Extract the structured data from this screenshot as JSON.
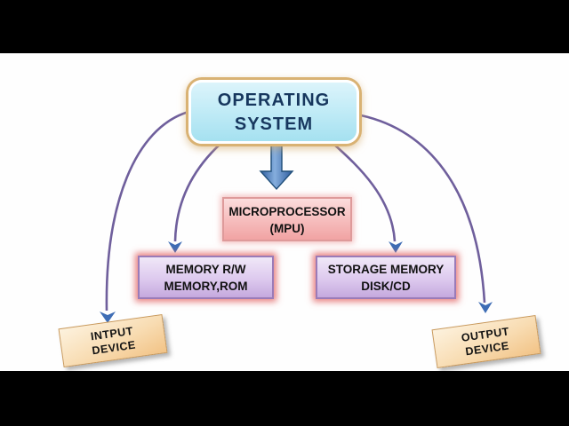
{
  "frame": {
    "letterbox_color": "#000000",
    "canvas_color": "#fefefe"
  },
  "nodes": {
    "operating_system": {
      "line1": "OPERATING",
      "line2": "SYSTEM"
    },
    "microprocessor": {
      "line1": "MICROPROCESSOR",
      "line2": "(MPU)"
    },
    "memory": {
      "line1": "MEMORY R/W",
      "line2": "MEMORY,ROM"
    },
    "storage": {
      "line1": "STORAGE MEMORY",
      "line2": "DISK/CD"
    },
    "input_device": {
      "line1": "INTPUT",
      "line2": "DEVICE"
    },
    "output_device": {
      "line1": "OUTPUT",
      "line2": "DEVICE"
    }
  },
  "colors": {
    "connector_line": "#6f5f9c",
    "arrowhead": "#3e6db5",
    "big_arrow_dark": "#2e5c9e",
    "big_arrow_light": "#85aedd",
    "big_arrow_outline": "#1f4e79",
    "os_box_fill": "#b8e8f4",
    "os_box_glow": "#d9b273",
    "os_text": "#17375e",
    "mpu_box_fill": "#f6bcbc",
    "mpu_box_border": "#de9a9a",
    "memory_box_fill": "#ddc9ee",
    "memory_box_border": "#9a7bb8",
    "memory_box_glow": "#e26262",
    "device_box_fill": "#f8dcb2",
    "device_box_border": "#c9995b",
    "label_text": "#111111"
  }
}
